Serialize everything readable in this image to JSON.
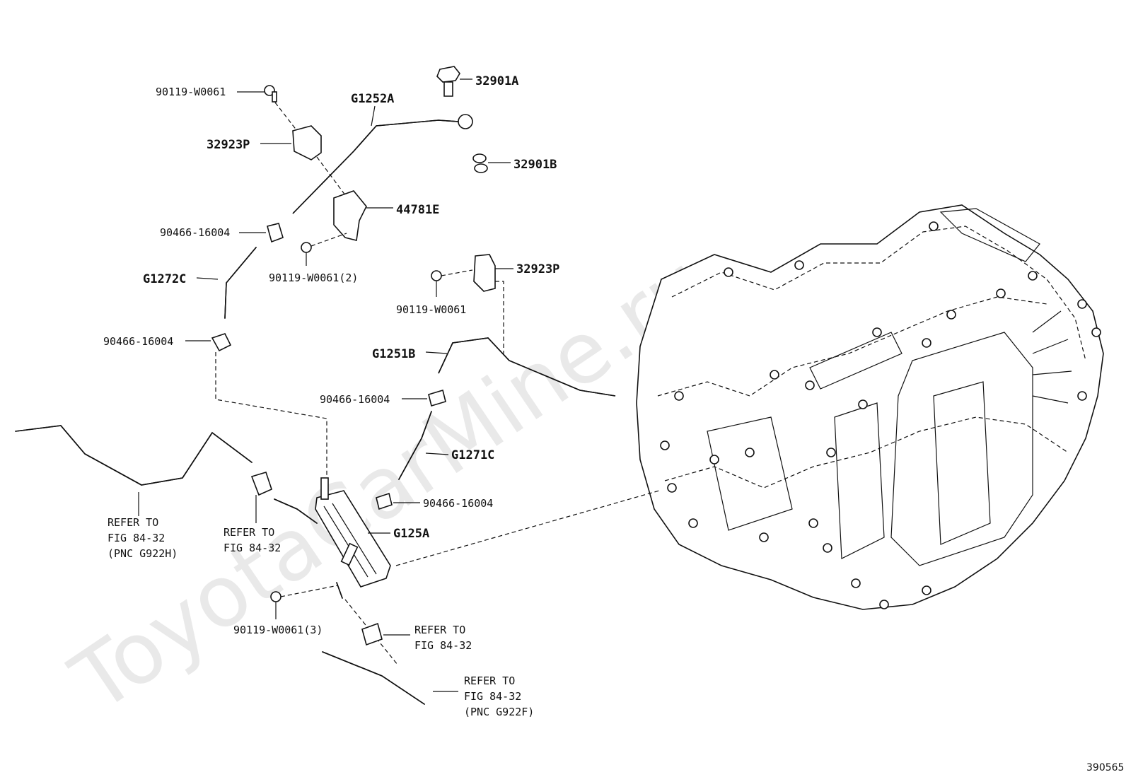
{
  "watermark": "ToyotaCarMine.ru",
  "diagram_code": "390565",
  "labels": {
    "p90119_w0061_top": "90119-W0061",
    "g1252a": "G1252A",
    "p32901a": "32901A",
    "p32923p_top": "32923P",
    "p32901b": "32901B",
    "p44781e": "44781E",
    "p90466_16004_a": "90466-16004",
    "p90119_w0061_2": "90119-W0061(2)",
    "g1272c": "G1272C",
    "p32923p_mid": "32923P",
    "p90119_w0061_mid": "90119-W0061",
    "p90466_16004_b": "90466-16004",
    "g1251b": "G1251B",
    "p90466_16004_c": "90466-16004",
    "g1271c": "G1271C",
    "p90466_16004_d": "90466-16004",
    "g125a": "G125A",
    "p90119_w0061_3": "90119-W0061(3)"
  },
  "refer_left": {
    "line1": "REFER TO",
    "line2": "FIG 84-32",
    "line3": "(PNC G922H)"
  },
  "refer_mid": {
    "line1": "REFER TO",
    "line2": "FIG 84-32"
  },
  "refer_bottom_a": {
    "line1": "REFER TO",
    "line2": "FIG 84-32"
  },
  "refer_bottom_b": {
    "line1": "REFER TO",
    "line2": "FIG 84-32",
    "line3": "(PNC G922F)"
  }
}
